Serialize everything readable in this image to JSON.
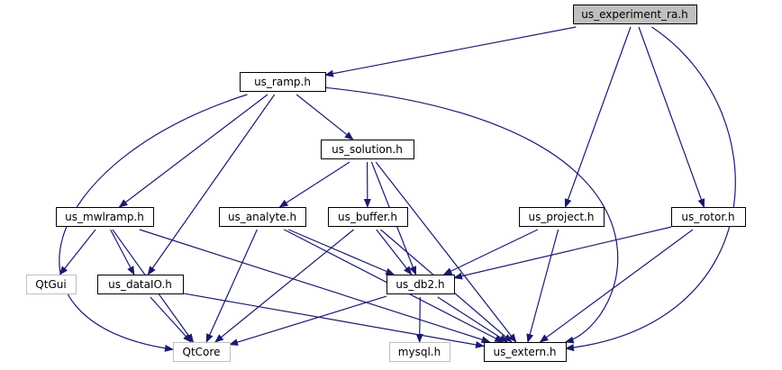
{
  "graph": {
    "colors": {
      "edge": "#191970",
      "box_normal": "#000000",
      "box_external": "#bfbfbf",
      "root_fill": "#bfbfbf",
      "text": "#000000"
    },
    "nodes": [
      {
        "id": "us_experiment_ra",
        "label": "us_experiment_ra.h",
        "kind": "root"
      },
      {
        "id": "us_ramp",
        "label": "us_ramp.h",
        "kind": "normal"
      },
      {
        "id": "us_solution",
        "label": "us_solution.h",
        "kind": "normal"
      },
      {
        "id": "us_mwlramp",
        "label": "us_mwlramp.h",
        "kind": "normal"
      },
      {
        "id": "us_analyte",
        "label": "us_analyte.h",
        "kind": "normal"
      },
      {
        "id": "us_buffer",
        "label": "us_buffer.h",
        "kind": "normal"
      },
      {
        "id": "us_project",
        "label": "us_project.h",
        "kind": "normal"
      },
      {
        "id": "us_rotor",
        "label": "us_rotor.h",
        "kind": "normal"
      },
      {
        "id": "QtGui",
        "label": "QtGui",
        "kind": "external"
      },
      {
        "id": "us_dataIO",
        "label": "us_dataIO.h",
        "kind": "normal"
      },
      {
        "id": "us_db2",
        "label": "us_db2.h",
        "kind": "normal"
      },
      {
        "id": "QtCore",
        "label": "QtCore",
        "kind": "external"
      },
      {
        "id": "mysql",
        "label": "mysql.h",
        "kind": "external"
      },
      {
        "id": "us_extern",
        "label": "us_extern.h",
        "kind": "normal"
      }
    ],
    "edges": [
      [
        "us_experiment_ra",
        "us_ramp"
      ],
      [
        "us_experiment_ra",
        "us_project"
      ],
      [
        "us_experiment_ra",
        "us_rotor"
      ],
      [
        "us_experiment_ra",
        "us_extern"
      ],
      [
        "us_ramp",
        "us_solution"
      ],
      [
        "us_ramp",
        "us_mwlramp"
      ],
      [
        "us_ramp",
        "us_dataIO"
      ],
      [
        "us_ramp",
        "QtCore"
      ],
      [
        "us_ramp",
        "us_extern"
      ],
      [
        "us_solution",
        "us_analyte"
      ],
      [
        "us_solution",
        "us_buffer"
      ],
      [
        "us_solution",
        "us_db2"
      ],
      [
        "us_solution",
        "us_extern"
      ],
      [
        "us_mwlramp",
        "QtGui"
      ],
      [
        "us_mwlramp",
        "us_dataIO"
      ],
      [
        "us_mwlramp",
        "QtCore"
      ],
      [
        "us_mwlramp",
        "us_extern"
      ],
      [
        "us_analyte",
        "QtCore"
      ],
      [
        "us_analyte",
        "us_db2"
      ],
      [
        "us_analyte",
        "us_extern"
      ],
      [
        "us_buffer",
        "QtCore"
      ],
      [
        "us_buffer",
        "us_db2"
      ],
      [
        "us_buffer",
        "us_extern"
      ],
      [
        "us_project",
        "us_db2"
      ],
      [
        "us_project",
        "us_extern"
      ],
      [
        "us_rotor",
        "us_db2"
      ],
      [
        "us_rotor",
        "us_extern"
      ],
      [
        "us_dataIO",
        "QtCore"
      ],
      [
        "us_dataIO",
        "us_extern"
      ],
      [
        "us_db2",
        "QtCore"
      ],
      [
        "us_db2",
        "mysql"
      ],
      [
        "us_db2",
        "us_extern"
      ]
    ]
  }
}
